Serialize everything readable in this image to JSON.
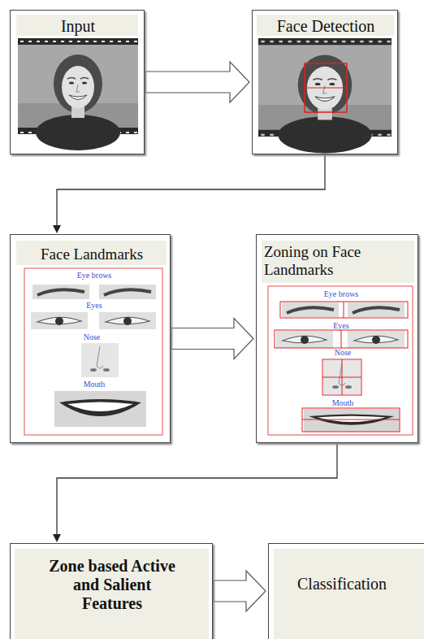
{
  "diagram": {
    "nodes": [
      {
        "text": [
          "Input"
        ]
      },
      {
        "text": [
          "Face Detection"
        ]
      },
      {
        "text": [
          "Face Landmarks",
          "Eye brows",
          "Eyes",
          "Nose",
          "Mouth"
        ]
      },
      {
        "text": [
          "Zoning on Face Landmarks",
          "Eye brows",
          "Eyes",
          "Nose",
          "Mouth"
        ]
      },
      {
        "text": [
          "Zone based Active and Salient Features"
        ]
      },
      {
        "text": [
          "Classification"
        ]
      }
    ],
    "edges": [
      {
        "from": 0,
        "to": 1,
        "arrow": "to"
      },
      {
        "from": 1,
        "to": 2,
        "arrow": "to"
      },
      {
        "from": 2,
        "to": 3,
        "arrow": "to"
      },
      {
        "from": 3,
        "to": 4,
        "arrow": "to"
      },
      {
        "from": 4,
        "to": 5,
        "arrow": "to"
      }
    ]
  }
}
